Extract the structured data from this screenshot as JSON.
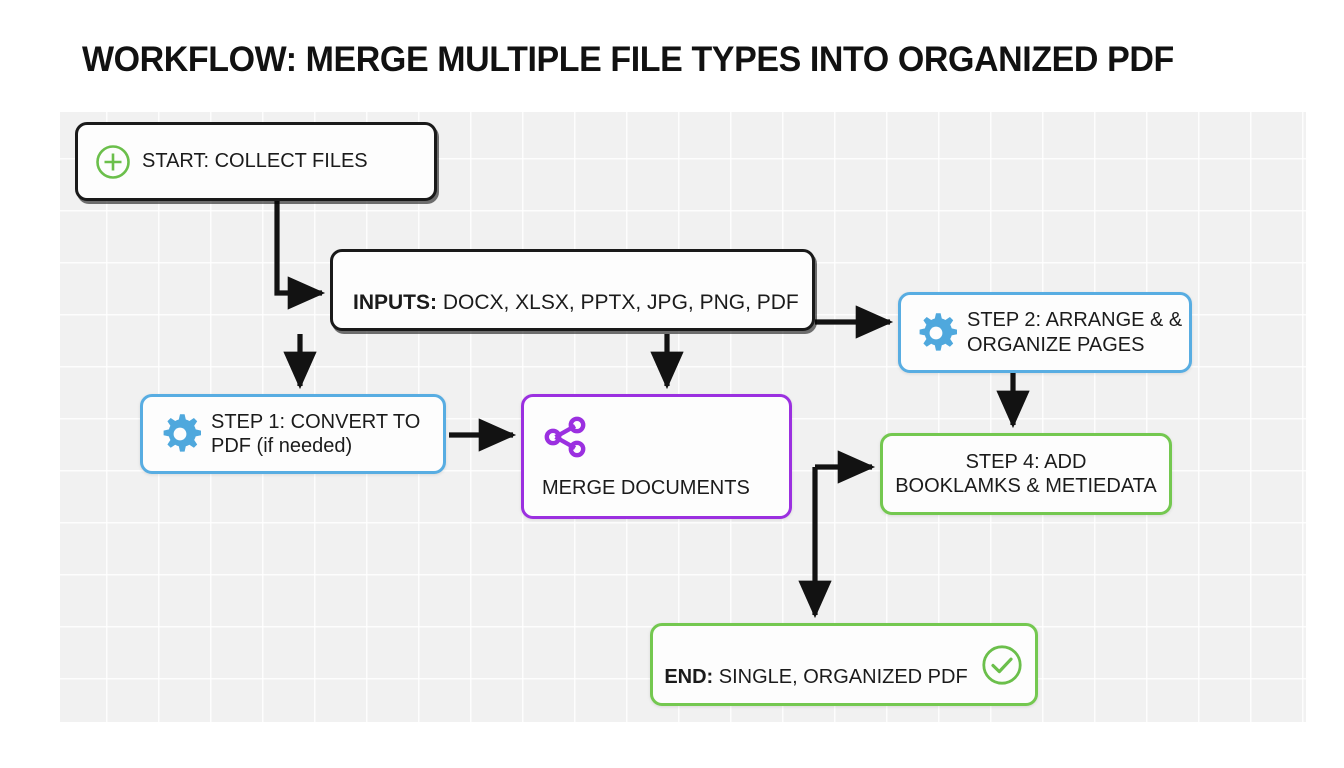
{
  "title": "WORKFLOW: MERGE MULTIPLE FILE TYPES INTO ORGANIZED PDF",
  "colors": {
    "black_border": "#1a1a1a",
    "blue_border": "#58ade2",
    "purple_border": "#9b30e0",
    "green_border": "#74c850",
    "green_icon": "#6bbf4b",
    "blue_icon": "#4fa8dd",
    "purple_icon": "#9b30e0",
    "canvas_bg": "#f1f1f1",
    "page_bg": "#ffffff",
    "text": "#1b1b1b",
    "arrow": "#121212"
  },
  "nodes": [
    {
      "id": "start",
      "label": "START: COLLECT FILES",
      "icon": "plus-circle-icon",
      "border": "black"
    },
    {
      "id": "inputs",
      "label_strong": "INPUTS:",
      "label_rest": " DOCX, XLSX, PPTX, JPG, PNG, PDF",
      "border": "black"
    },
    {
      "id": "step1",
      "label": "STEP 1: CONVERT TO\nPDF (if needed)",
      "icon": "gear-icon",
      "border": "blue"
    },
    {
      "id": "step2",
      "label": "STEP 2: ARRANGE & &\nORGANIZE PAGES",
      "icon": "gear-icon",
      "border": "blue"
    },
    {
      "id": "merge",
      "label": "MERGE DOCUMENTS",
      "icon": "share-nodes-icon",
      "border": "purple"
    },
    {
      "id": "step4",
      "label": "STEP 4: ADD\nBOOKLAMKS & METIEDATA",
      "border": "green"
    },
    {
      "id": "end",
      "label_strong": "END:",
      "label_rest": " SINGLE, ORGANIZED PDF",
      "icon": "check-circle-icon",
      "border": "green"
    }
  ],
  "edges": [
    {
      "id": "start-to-inputs",
      "from": "start",
      "to": "inputs"
    },
    {
      "id": "inputs-to-step1",
      "from": "inputs",
      "to": "step1"
    },
    {
      "id": "inputs-to-merge",
      "from": "inputs",
      "to": "merge"
    },
    {
      "id": "inputs-to-step2",
      "from": "inputs",
      "to": "step2"
    },
    {
      "id": "step1-to-merge",
      "from": "step1",
      "to": "merge"
    },
    {
      "id": "step2-to-step4",
      "from": "step2",
      "to": "step4"
    },
    {
      "id": "merge-to-step4",
      "from": "merge",
      "to": "step4"
    },
    {
      "id": "merge-to-end",
      "from": "merge",
      "to": "end"
    }
  ]
}
